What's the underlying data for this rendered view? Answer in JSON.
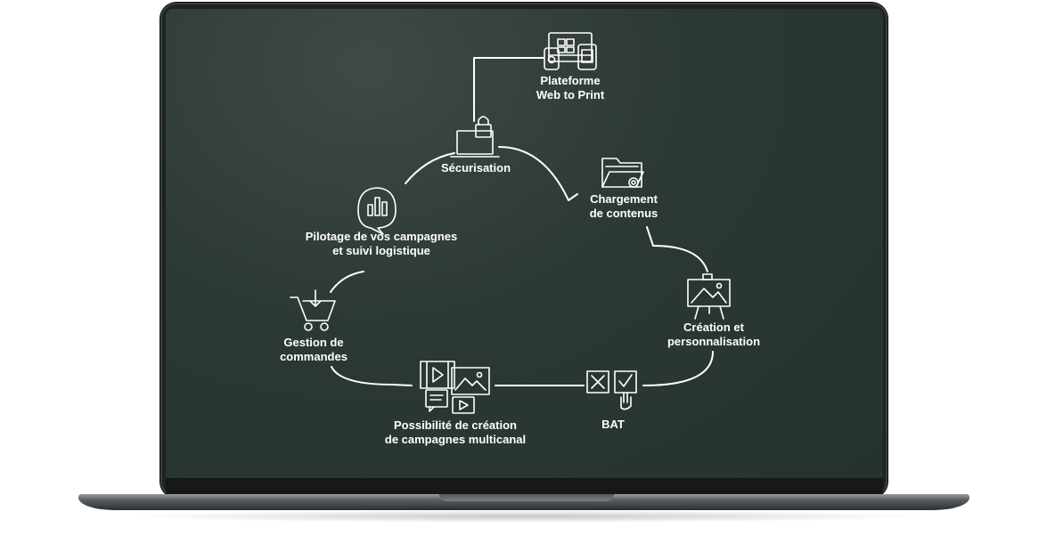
{
  "nodes": {
    "plateforme": {
      "line1": "Plateforme",
      "line2": "Web to Print",
      "icon": "devices-icon"
    },
    "securisation": {
      "line1": "Sécurisation",
      "icon": "laptop-lock-icon"
    },
    "chargement": {
      "line1": "Chargement",
      "line2": "de contenus",
      "icon": "folder-gear-icon"
    },
    "creation": {
      "line1": "Création et",
      "line2": "personnalisation",
      "icon": "easel-icon"
    },
    "bat": {
      "line1": "BAT",
      "icon": "checkbox-hand-icon"
    },
    "possibilite": {
      "line1": "Possibilité de création",
      "line2": "de campagnes multicanal",
      "icon": "multimedia-icon"
    },
    "gestion": {
      "line1": "Gestion de",
      "line2": "commandes",
      "icon": "cart-icon"
    },
    "pilotage": {
      "line1": "Pilotage de vos campagnes",
      "line2": "et suivi logistique",
      "icon": "chart-bubble-icon"
    }
  },
  "colors": {
    "screen": "#2c3836",
    "stroke": "#ffffff"
  }
}
